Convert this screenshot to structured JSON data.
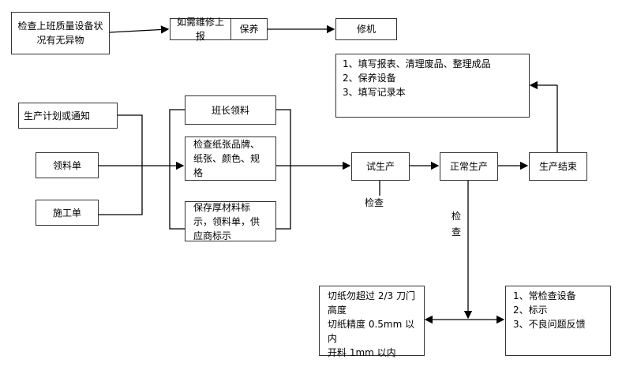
{
  "nodes": {
    "check_shift": "检查上班质量设备状况有无异物",
    "report_repair": "如需维修上报",
    "maintain": "保养",
    "repair": "修机",
    "end_tasks": [
      "1、填写报表、清理废品、整理成品",
      "2、保养设备",
      "3、填写记录本"
    ],
    "plan": "生产计划或通知",
    "pick_list": "领料单",
    "work_order": "施工单",
    "leader_pick": "班长领料",
    "check_paper": "检查纸张品牌、纸张、颜色、规格",
    "keep_labels": "保存厚材料标示，领料单，供应商标示",
    "trial": "试生产",
    "normal": "正常生产",
    "finish": "生产结束",
    "cut_rules": [
      "切纸勿超过 2/3 刀门高度",
      "切纸精度 0.5mm 以内",
      "开料 1mm 以内"
    ],
    "routine": [
      "1、常检查设备",
      "2、标示",
      "3、不良问题反馈"
    ]
  },
  "labels": {
    "inspect_trial": "检查",
    "inspect_normal": "检查"
  }
}
